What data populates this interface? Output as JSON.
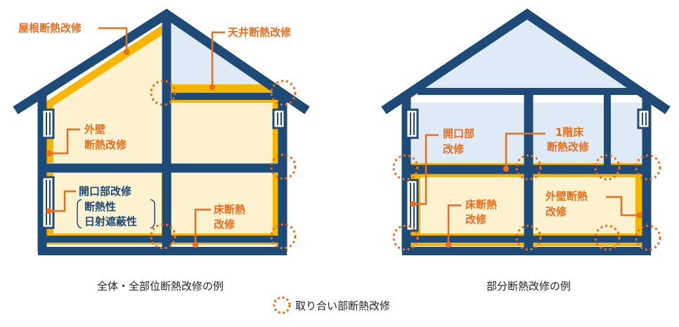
{
  "colors": {
    "frame": "#1e4a78",
    "insulation": "#f7b500",
    "room": "#fdf2d0",
    "attic": "#deeaf6",
    "callout": "#ee6d1b",
    "text": "#222222"
  },
  "left_house": {
    "roof_label": "屋根断熱改修",
    "ceiling_label": "天井断熱改修",
    "wall_label_line1": "外壁",
    "wall_label_line2": "断熱改修",
    "opening_label_line1": "開口部改修",
    "opening_label_line2": "断熱性",
    "opening_label_line3": "日射遮蔽性",
    "floor_label_line1": "床断熱",
    "floor_label_line2": "改修",
    "caption": "全体・全部位断熱改修の例"
  },
  "right_house": {
    "opening_label_line1": "開口部",
    "opening_label_line2": "改修",
    "floor2_label_line1": "1階床",
    "floor2_label_line2": "断熱改修",
    "floor_label_line1": "床断熱",
    "floor_label_line2": "改修",
    "wall_label_line1": "外壁断熱",
    "wall_label_line2": "改修",
    "caption": "部分断熱改修の例"
  },
  "legend": {
    "label": "取り合い部断熱改修",
    "icon": "dotted-circle-icon"
  }
}
